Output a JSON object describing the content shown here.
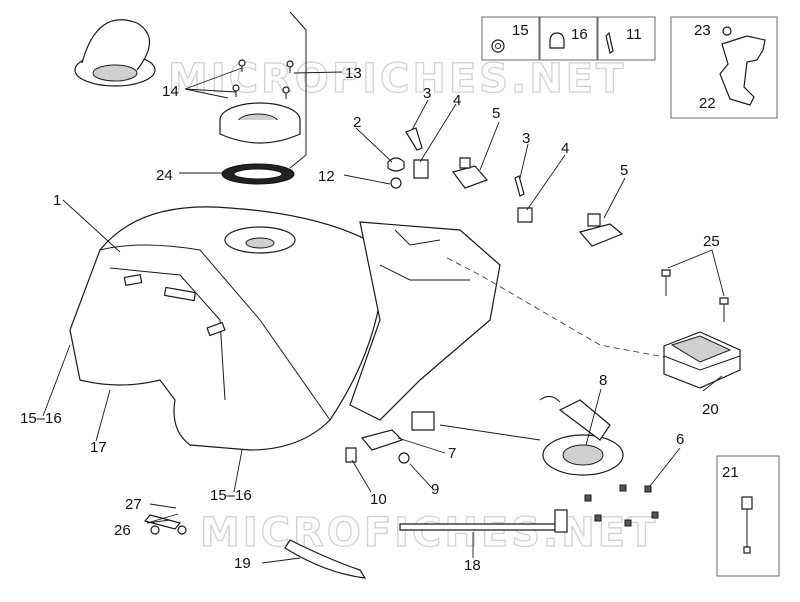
{
  "watermark": {
    "top": "MICROFICHES.NET",
    "bottom": "MICROFICHES.NET"
  },
  "labels": {
    "p1": "1",
    "p2": "2",
    "p3a": "3",
    "p3b": "3",
    "p4a": "4",
    "p4b": "4",
    "p5a": "5",
    "p5b": "5",
    "p6": "6",
    "p7": "7",
    "p8": "8",
    "p9": "9",
    "p10": "10",
    "p11": "11",
    "p12": "12",
    "p13": "13",
    "p14": "14",
    "p15": "15",
    "p16": "16",
    "p15_16a": "15–16",
    "p15_16b": "15–16",
    "p17": "17",
    "p18": "18",
    "p19": "19",
    "p20": "20",
    "p21": "21",
    "p22": "22",
    "p23": "23",
    "p24": "24",
    "p25": "25",
    "p26": "26",
    "p27": "27"
  }
}
